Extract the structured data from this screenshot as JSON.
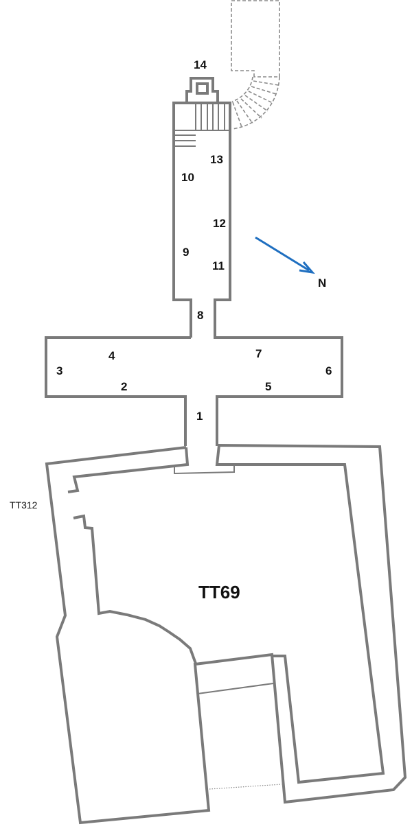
{
  "title": "Plan of TT69",
  "tomb_labels": {
    "main": "TT69",
    "adjacent": "TT312"
  },
  "scene_numbers": [
    "1",
    "2",
    "3",
    "4",
    "5",
    "6",
    "7",
    "8",
    "9",
    "10",
    "11",
    "12",
    "13",
    "14"
  ],
  "north": {
    "label": "N",
    "arrow_color": "#1f6fc0"
  },
  "colors": {
    "wall": "#7a7a7a",
    "text": "#111111"
  }
}
